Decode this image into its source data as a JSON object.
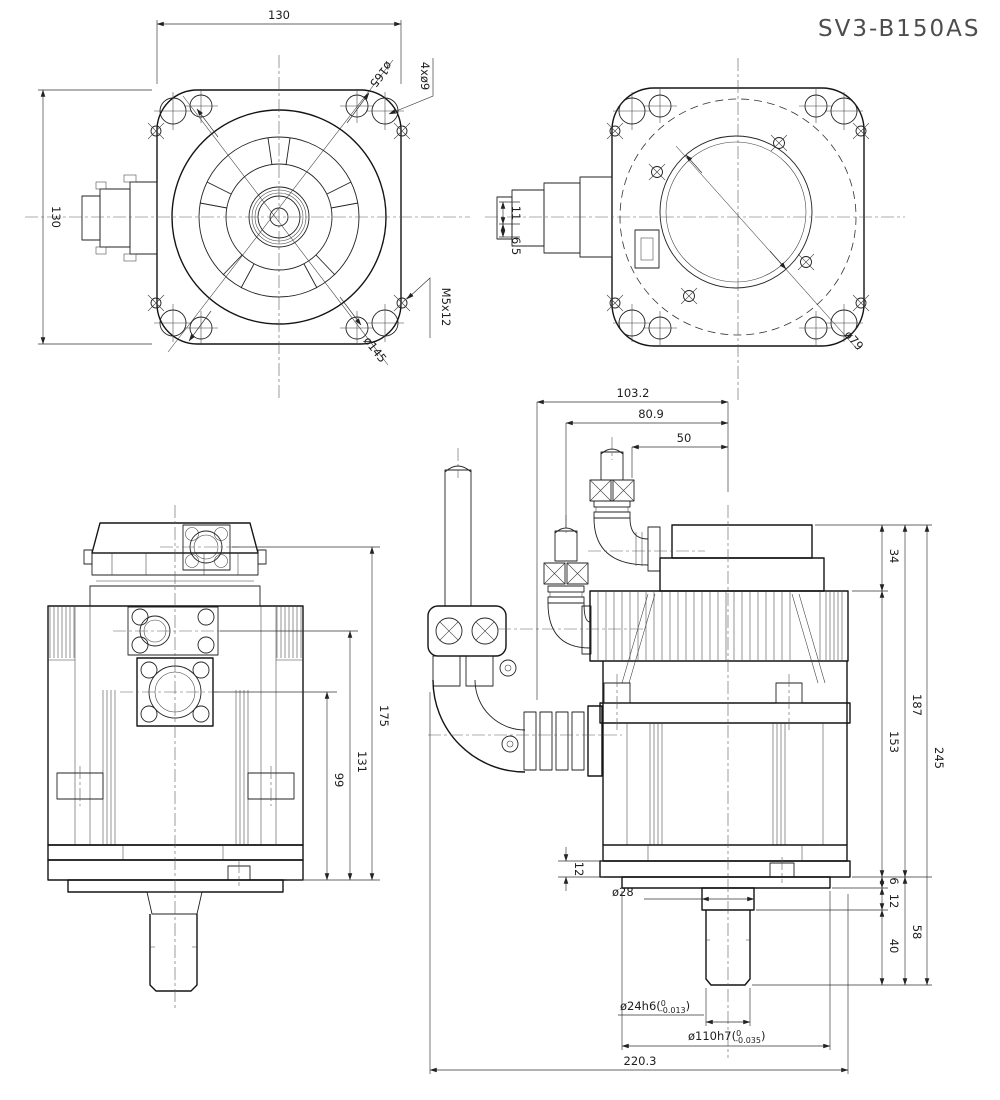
{
  "title": "SV3-B150AS",
  "views": {
    "front": {
      "dims": {
        "width": "130",
        "height": "130",
        "hole_circle_outer": "ø165",
        "corner_holes": "4xø9",
        "tapped_holes": "M5x12",
        "hole_circle_inner": "ø145"
      }
    },
    "rear": {
      "dims": {
        "offset_a": "11",
        "offset_b": "6.5",
        "cover_dia": "ø79"
      }
    },
    "side": {
      "dims": {
        "h_top_connector": "175",
        "h_mid_connector": "131",
        "h_low_connector": "99"
      }
    },
    "profile": {
      "dims": {
        "x_cable_a": "103.2",
        "x_cable_b": "80.9",
        "x_cable_c": "50",
        "h_cap": "34",
        "h_frame": "153",
        "h_body": "187",
        "h_total": "245",
        "t_flange": "12",
        "t_pilot": "6",
        "t_boss": "12",
        "l_shaft": "40",
        "l_shaft_total": "58",
        "d_shaft_step": "ø28",
        "shaft_fit": {
          "prefix": "ø24h6(",
          "upper": "0",
          "lower": "-0.013",
          "close": ")"
        },
        "pilot_fit": {
          "prefix": "ø110h7(",
          "upper": "0",
          "lower": "-0.035",
          "close": ")"
        },
        "depth_overall": "220.3"
      }
    }
  }
}
